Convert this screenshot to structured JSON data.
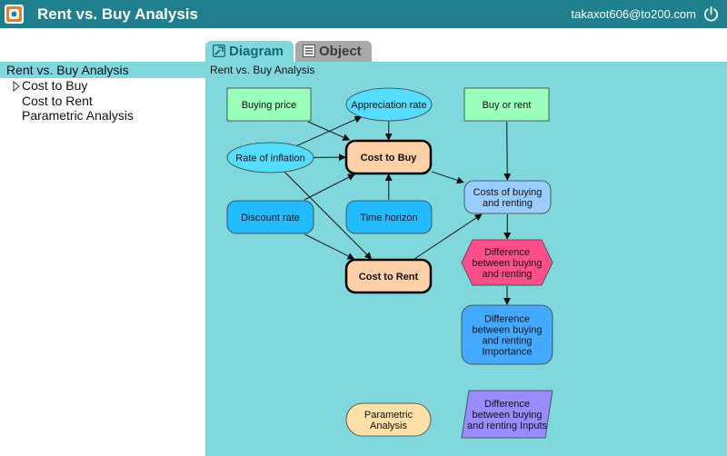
{
  "app": {
    "title": "Rent vs. Buy Analysis",
    "user_email": "takaxot606@to200.com"
  },
  "tabs": [
    {
      "label": "Diagram"
    },
    {
      "label": "Object"
    }
  ],
  "sidebar": {
    "root": "Rent vs. Buy Analysis",
    "items": [
      {
        "label": "Cost to Buy"
      },
      {
        "label": "Cost to Rent"
      },
      {
        "label": "Parametric Analysis"
      }
    ]
  },
  "diagram": {
    "title": "Rent vs. Buy Analysis",
    "nodes": {
      "buying_price": {
        "lines": [
          "Buying price"
        ],
        "color": "#99ffbb"
      },
      "appreciation_rate": {
        "lines": [
          "Appreciation rate"
        ],
        "color": "#55ddff"
      },
      "buy_or_rent": {
        "lines": [
          "Buy or rent"
        ],
        "color": "#99ffbb"
      },
      "rate_of_inflation": {
        "lines": [
          "Rate of inflation"
        ],
        "color": "#55ddff"
      },
      "cost_to_buy": {
        "lines": [
          "Cost to Buy"
        ],
        "color": "#ffd0a8"
      },
      "discount_rate": {
        "lines": [
          "Discount rate"
        ],
        "color": "#22bbff"
      },
      "time_horizon": {
        "lines": [
          "Time horizon"
        ],
        "color": "#22bbff"
      },
      "costs_buying_renting": {
        "lines": [
          "Costs of buying",
          "and renting"
        ],
        "color": "#99ccff"
      },
      "cost_to_rent": {
        "lines": [
          "Cost to Rent"
        ],
        "color": "#ffd0a8"
      },
      "difference": {
        "lines": [
          "Difference",
          "between buying",
          "and renting"
        ],
        "color": "#ff4f8a"
      },
      "difference_importance": {
        "lines": [
          "Difference",
          "between buying",
          "and renting",
          "Importance"
        ],
        "color": "#44aaff"
      },
      "parametric_analysis": {
        "lines": [
          "Parametric",
          "Analysis"
        ],
        "color": "#ffe0a8"
      },
      "difference_inputs": {
        "lines": [
          "Difference",
          "between buying",
          "and renting Inputs"
        ],
        "color": "#9a8cff"
      }
    }
  }
}
